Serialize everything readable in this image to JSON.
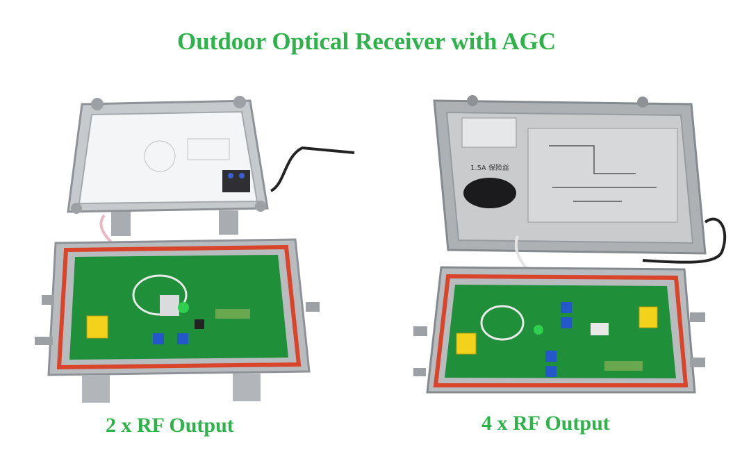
{
  "title": "Outdoor Optical Receiver with AGC",
  "photos": [
    {
      "caption": "2 x RF Output",
      "label_text": ""
    },
    {
      "caption": "4 x RF Output",
      "label_text": "1.5A 保险丝"
    }
  ],
  "colors": {
    "title_green": "#2db34a",
    "housing_grey": "#b9bcbf",
    "pcb_green": "#1f8f3a",
    "gasket_red": "#d8452b",
    "connector_yellow": "#f2d21a",
    "pot_blue": "#2457c9"
  }
}
